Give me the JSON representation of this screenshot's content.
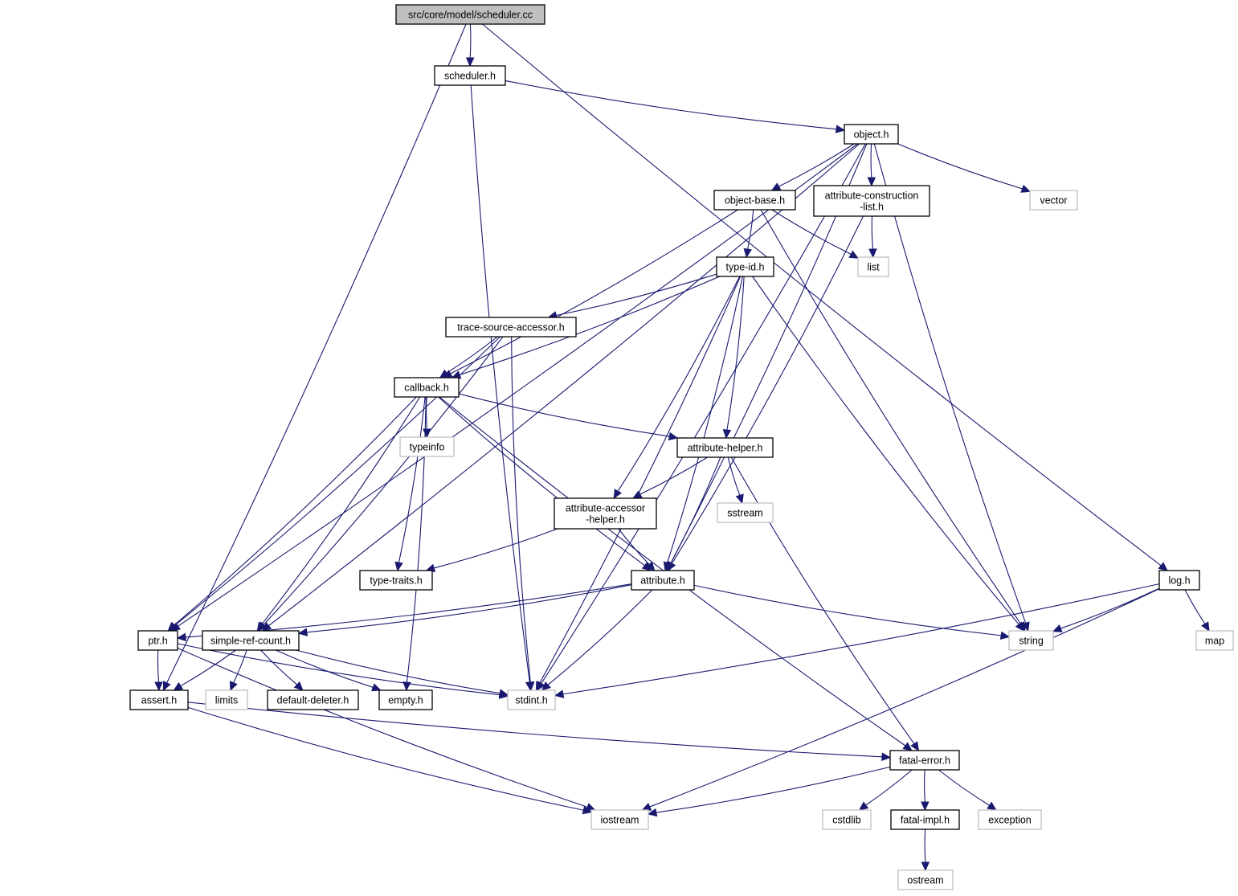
{
  "graph": {
    "title": "src/core/model/scheduler.cc",
    "colors": {
      "edge": "#191970",
      "node_border": "#000000",
      "system_border": "#bfbfbf",
      "root_fill": "#bfbfbf"
    },
    "nodes": [
      {
        "id": "scheduler_cc",
        "label": [
          "src/core/model/scheduler.cc"
        ],
        "kind": "root"
      },
      {
        "id": "scheduler_h",
        "label": [
          "scheduler.h"
        ],
        "kind": "file"
      },
      {
        "id": "object_h",
        "label": [
          "object.h"
        ],
        "kind": "file"
      },
      {
        "id": "object_base_h",
        "label": [
          "object-base.h"
        ],
        "kind": "file"
      },
      {
        "id": "attr_constr_h",
        "label": [
          "attribute-construction",
          "-list.h"
        ],
        "kind": "file"
      },
      {
        "id": "vector",
        "label": [
          "vector"
        ],
        "kind": "system"
      },
      {
        "id": "list",
        "label": [
          "list"
        ],
        "kind": "system"
      },
      {
        "id": "type_id_h",
        "label": [
          "type-id.h"
        ],
        "kind": "file"
      },
      {
        "id": "trace_src_h",
        "label": [
          "trace-source-accessor.h"
        ],
        "kind": "file"
      },
      {
        "id": "callback_h",
        "label": [
          "callback.h"
        ],
        "kind": "file"
      },
      {
        "id": "typeinfo",
        "label": [
          "typeinfo"
        ],
        "kind": "system"
      },
      {
        "id": "attr_helper_h",
        "label": [
          "attribute-helper.h"
        ],
        "kind": "file"
      },
      {
        "id": "attr_acc_h",
        "label": [
          "attribute-accessor",
          "-helper.h"
        ],
        "kind": "file"
      },
      {
        "id": "sstream",
        "label": [
          "sstream"
        ],
        "kind": "system"
      },
      {
        "id": "type_traits_h",
        "label": [
          "type-traits.h"
        ],
        "kind": "file"
      },
      {
        "id": "attribute_h",
        "label": [
          "attribute.h"
        ],
        "kind": "file"
      },
      {
        "id": "log_h",
        "label": [
          "log.h"
        ],
        "kind": "file"
      },
      {
        "id": "ptr_h",
        "label": [
          "ptr.h"
        ],
        "kind": "file"
      },
      {
        "id": "src_h",
        "label": [
          "simple-ref-count.h"
        ],
        "kind": "file"
      },
      {
        "id": "string",
        "label": [
          "string"
        ],
        "kind": "system"
      },
      {
        "id": "map",
        "label": [
          "map"
        ],
        "kind": "system"
      },
      {
        "id": "assert_h",
        "label": [
          "assert.h"
        ],
        "kind": "file"
      },
      {
        "id": "limits",
        "label": [
          "limits"
        ],
        "kind": "system"
      },
      {
        "id": "default_del_h",
        "label": [
          "default-deleter.h"
        ],
        "kind": "file"
      },
      {
        "id": "empty_h",
        "label": [
          "empty.h"
        ],
        "kind": "file"
      },
      {
        "id": "stdint_h",
        "label": [
          "stdint.h"
        ],
        "kind": "system"
      },
      {
        "id": "fatal_error_h",
        "label": [
          "fatal-error.h"
        ],
        "kind": "file"
      },
      {
        "id": "iostream",
        "label": [
          "iostream"
        ],
        "kind": "system"
      },
      {
        "id": "cstdlib",
        "label": [
          "cstdlib"
        ],
        "kind": "system"
      },
      {
        "id": "fatal_impl_h",
        "label": [
          "fatal-impl.h"
        ],
        "kind": "file"
      },
      {
        "id": "exception",
        "label": [
          "exception"
        ],
        "kind": "system"
      },
      {
        "id": "ostream",
        "label": [
          "ostream"
        ],
        "kind": "system"
      }
    ],
    "edges": [
      [
        "scheduler_cc",
        "scheduler_h"
      ],
      [
        "scheduler_cc",
        "assert_h"
      ],
      [
        "scheduler_cc",
        "log_h"
      ],
      [
        "scheduler_h",
        "object_h"
      ],
      [
        "scheduler_h",
        "stdint_h"
      ],
      [
        "object_h",
        "object_base_h"
      ],
      [
        "object_h",
        "attr_constr_h"
      ],
      [
        "object_h",
        "vector"
      ],
      [
        "object_h",
        "string"
      ],
      [
        "object_h",
        "stdint_h"
      ],
      [
        "object_h",
        "attribute_h"
      ],
      [
        "object_h",
        "ptr_h"
      ],
      [
        "object_h",
        "src_h"
      ],
      [
        "object_base_h",
        "type_id_h"
      ],
      [
        "object_base_h",
        "list"
      ],
      [
        "object_base_h",
        "callback_h"
      ],
      [
        "object_base_h",
        "string"
      ],
      [
        "attr_constr_h",
        "list"
      ],
      [
        "attr_constr_h",
        "attribute_h"
      ],
      [
        "type_id_h",
        "trace_src_h"
      ],
      [
        "type_id_h",
        "callback_h"
      ],
      [
        "type_id_h",
        "attr_acc_h"
      ],
      [
        "type_id_h",
        "attr_helper_h"
      ],
      [
        "type_id_h",
        "attribute_h"
      ],
      [
        "type_id_h",
        "stdint_h"
      ],
      [
        "type_id_h",
        "string"
      ],
      [
        "trace_src_h",
        "callback_h"
      ],
      [
        "trace_src_h",
        "stdint_h"
      ],
      [
        "trace_src_h",
        "ptr_h"
      ],
      [
        "trace_src_h",
        "src_h"
      ],
      [
        "callback_h",
        "typeinfo"
      ],
      [
        "callback_h",
        "attr_helper_h"
      ],
      [
        "callback_h",
        "attribute_h"
      ],
      [
        "callback_h",
        "type_traits_h"
      ],
      [
        "callback_h",
        "ptr_h"
      ],
      [
        "callback_h",
        "src_h"
      ],
      [
        "callback_h",
        "empty_h"
      ],
      [
        "callback_h",
        "fatal_error_h"
      ],
      [
        "attr_helper_h",
        "attr_acc_h"
      ],
      [
        "attr_helper_h",
        "sstream"
      ],
      [
        "attr_helper_h",
        "attribute_h"
      ],
      [
        "attr_helper_h",
        "fatal_error_h"
      ],
      [
        "attr_acc_h",
        "type_traits_h"
      ],
      [
        "attr_acc_h",
        "attribute_h"
      ],
      [
        "attribute_h",
        "ptr_h"
      ],
      [
        "attribute_h",
        "src_h"
      ],
      [
        "attribute_h",
        "string"
      ],
      [
        "attribute_h",
        "stdint_h"
      ],
      [
        "log_h",
        "string"
      ],
      [
        "log_h",
        "map"
      ],
      [
        "log_h",
        "stdint_h"
      ],
      [
        "log_h",
        "iostream"
      ],
      [
        "ptr_h",
        "assert_h"
      ],
      [
        "ptr_h",
        "stdint_h"
      ],
      [
        "ptr_h",
        "iostream"
      ],
      [
        "src_h",
        "assert_h"
      ],
      [
        "src_h",
        "limits"
      ],
      [
        "src_h",
        "default_del_h"
      ],
      [
        "src_h",
        "empty_h"
      ],
      [
        "src_h",
        "stdint_h"
      ],
      [
        "assert_h",
        "fatal_error_h"
      ],
      [
        "assert_h",
        "iostream"
      ],
      [
        "fatal_error_h",
        "iostream"
      ],
      [
        "fatal_error_h",
        "cstdlib"
      ],
      [
        "fatal_error_h",
        "fatal_impl_h"
      ],
      [
        "fatal_error_h",
        "exception"
      ],
      [
        "fatal_impl_h",
        "ostream"
      ]
    ]
  }
}
